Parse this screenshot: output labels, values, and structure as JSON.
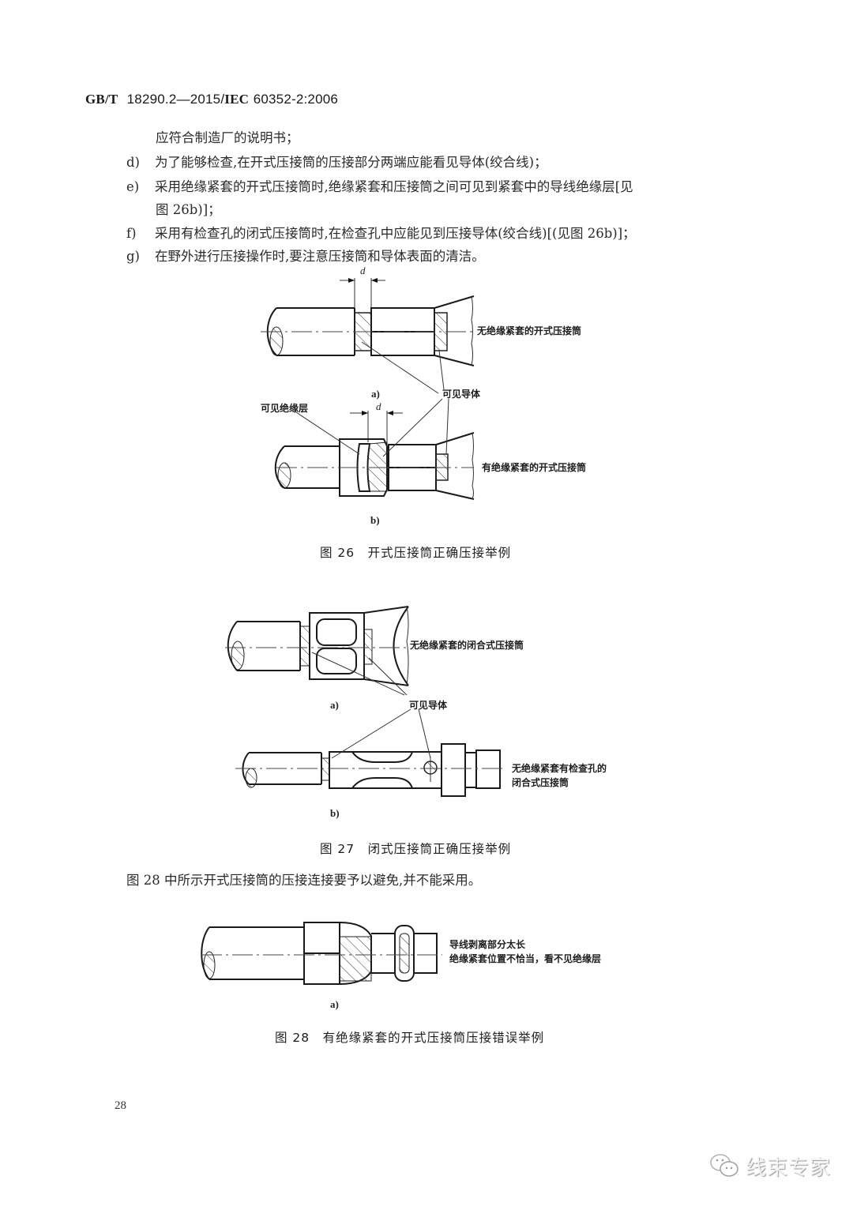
{
  "header": {
    "standard_prefix": "GB/T",
    "standard_number": "18290.2—2015/",
    "iec_prefix": "IEC",
    "iec_number": "60352-2:2006"
  },
  "list": {
    "continuation": "应符合制造厂的说明书；",
    "items": [
      {
        "marker": "d)",
        "text": "为了能够检查,在开式压接筒的压接部分两端应能看见导体(绞合线)；"
      },
      {
        "marker": "e)",
        "text": "采用绝缘紧套的开式压接筒时,绝缘紧套和压接筒之间可见到紧套中的导线绝缘层[见",
        "text_cont": "图 26b)]；"
      },
      {
        "marker": "f)",
        "text": "采用有检查孔的闭式压接筒时,在检查孔中应能见到压接导体(绞合线)[(见图 26b)]；"
      },
      {
        "marker": "g)",
        "text": "在野外进行压接操作时,要注意压接筒和导体表面的清洁。"
      }
    ]
  },
  "figure26": {
    "caption": "图 26　开式压接筒正确压接举例",
    "a": {
      "sublabel": "a)",
      "dimension": "d",
      "callout_right": "无绝缘紧套的开式压接筒",
      "callout_bottom": "可见导体"
    },
    "b": {
      "sublabel": "b)",
      "dimension": "d",
      "callout_left": "可见绝缘层",
      "callout_right": "有绝缘紧套的开式压接筒"
    }
  },
  "figure27": {
    "caption": "图 27　闭式压接筒正确压接举例",
    "a": {
      "sublabel": "a)",
      "callout_right": "无绝缘紧套的闭合式压接筒",
      "callout_bottom": "可见导体"
    },
    "b": {
      "sublabel": "b)",
      "callout_right_line1": "无绝缘紧套有检查孔的",
      "callout_right_line2": "闭合式压接筒"
    }
  },
  "paragraph_fig28": "图 28 中所示开式压接筒的压接连接要予以避免,并不能采用。",
  "figure28": {
    "caption": "图 28　有绝缘紧套的开式压接筒压接错误举例",
    "a": {
      "sublabel": "a)",
      "callout_line1": "导线剥离部分太长",
      "callout_line2": "绝缘紧套位置不恰当，看不见绝缘层"
    }
  },
  "page_number": "28",
  "watermark": {
    "icon": "wechat-icon",
    "text": "线束专家"
  }
}
